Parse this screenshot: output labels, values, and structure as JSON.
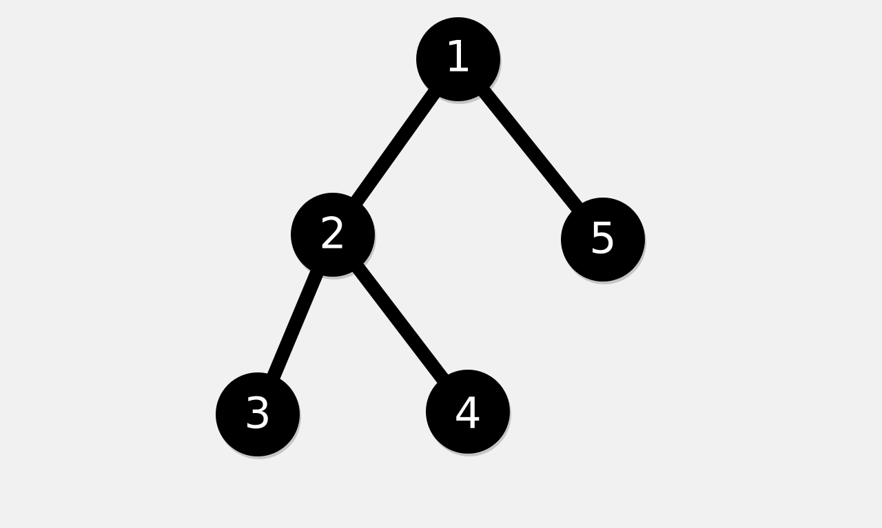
{
  "tree": {
    "nodes": [
      {
        "id": "1",
        "label": "1"
      },
      {
        "id": "2",
        "label": "2"
      },
      {
        "id": "3",
        "label": "3"
      },
      {
        "id": "4",
        "label": "4"
      },
      {
        "id": "5",
        "label": "5"
      }
    ],
    "edges": [
      {
        "from": "1",
        "to": "2"
      },
      {
        "from": "1",
        "to": "5"
      },
      {
        "from": "2",
        "to": "3"
      },
      {
        "from": "2",
        "to": "4"
      }
    ]
  }
}
